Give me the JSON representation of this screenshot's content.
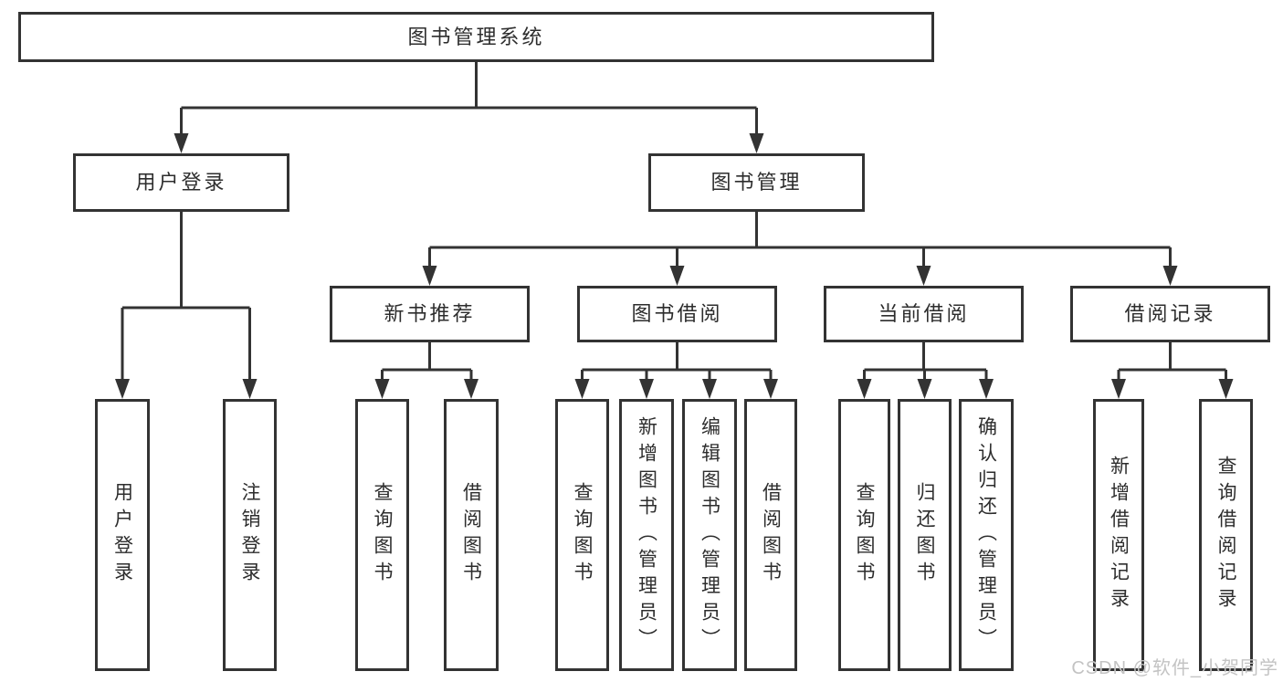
{
  "tree": {
    "label": "图书管理系统",
    "children": [
      {
        "label": "用户登录",
        "children": [
          {
            "label": "用户登录"
          },
          {
            "label": "注销登录"
          }
        ]
      },
      {
        "label": "图书管理",
        "children": [
          {
            "label": "新书推荐",
            "children": [
              {
                "label": "查询图书"
              },
              {
                "label": "借阅图书"
              }
            ]
          },
          {
            "label": "图书借阅",
            "children": [
              {
                "label": "查询图书"
              },
              {
                "label": "新增图书（管理员）"
              },
              {
                "label": "编辑图书（管理员）"
              },
              {
                "label": "借阅图书"
              }
            ]
          },
          {
            "label": "当前借阅",
            "children": [
              {
                "label": "查询图书"
              },
              {
                "label": "归还图书"
              },
              {
                "label": "确认归还（管理员）"
              }
            ]
          },
          {
            "label": "借阅记录",
            "children": [
              {
                "label": "新增借阅记录"
              },
              {
                "label": "查询借阅记录"
              }
            ]
          }
        ]
      }
    ]
  },
  "watermark": "CSDN @软件_小贺同学",
  "colors": {
    "line": "#333333",
    "border": "#333333",
    "fill": "#ffffff",
    "text": "#2d2d2d",
    "watermark": "#c3c3c3"
  }
}
